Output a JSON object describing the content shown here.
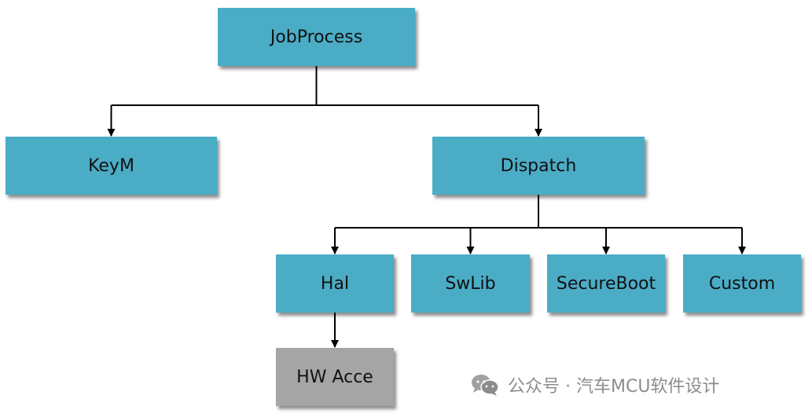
{
  "diagram": {
    "nodes": [
      {
        "id": "jobprocess",
        "label": "JobProcess",
        "kind": "module"
      },
      {
        "id": "keym",
        "label": "KeyM",
        "kind": "module"
      },
      {
        "id": "dispatch",
        "label": "Dispatch",
        "kind": "module"
      },
      {
        "id": "hal",
        "label": "Hal",
        "kind": "module"
      },
      {
        "id": "swlib",
        "label": "SwLib",
        "kind": "module"
      },
      {
        "id": "secureboot",
        "label": "SecureBoot",
        "kind": "module"
      },
      {
        "id": "custom",
        "label": "Custom",
        "kind": "module"
      },
      {
        "id": "hwacce",
        "label": "HW Acce",
        "kind": "hardware"
      }
    ],
    "edges": [
      {
        "from": "jobprocess",
        "to": "keym"
      },
      {
        "from": "jobprocess",
        "to": "dispatch"
      },
      {
        "from": "dispatch",
        "to": "hal"
      },
      {
        "from": "dispatch",
        "to": "swlib"
      },
      {
        "from": "dispatch",
        "to": "secureboot"
      },
      {
        "from": "dispatch",
        "to": "custom"
      },
      {
        "from": "hal",
        "to": "hwacce"
      }
    ]
  },
  "colors": {
    "module_fill": "#4bacc6",
    "hardware_fill": "#a5a5a5",
    "connector": "#000000"
  },
  "watermark": {
    "text": "公众号 · 汽车MCU软件设计",
    "icon": "wechat-icon"
  }
}
